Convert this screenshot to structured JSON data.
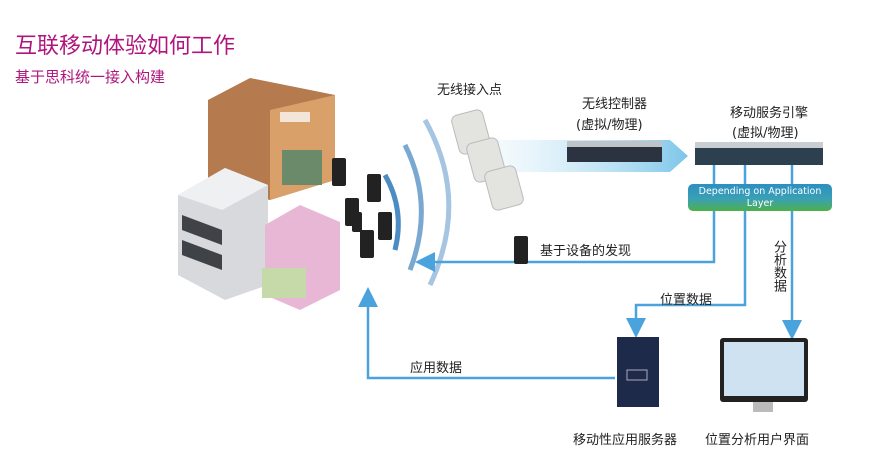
{
  "title": "互联移动体验如何工作",
  "subtitle": "基于思科统一接入构建",
  "labels": {
    "access_point": "无线接入点",
    "controller": "无线控制器",
    "controller_sub": "(虚拟/物理)",
    "engine": "移动服务引擎",
    "engine_sub": "(虚拟/物理)",
    "app_layer": "Depending on Application Layer",
    "device_discovery": "基于设备的发现",
    "location_data": "位置数据",
    "analytics_data": "分析数据",
    "app_data": "应用数据",
    "app_server": "移动性应用服务器",
    "location_ui": "位置分析用户界面"
  },
  "colors": {
    "title": "#b0157e",
    "line": "#4aa3dc"
  }
}
